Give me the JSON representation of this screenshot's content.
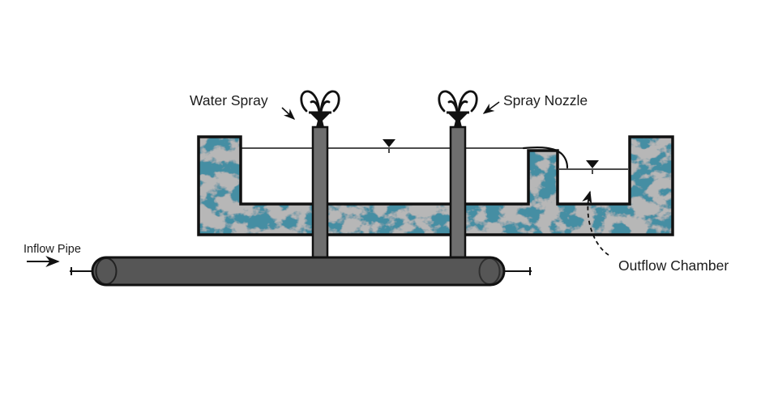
{
  "colors": {
    "background": "#ffffff",
    "wall_fill": "#458ea3",
    "wall_mottle": "#787878",
    "outline": "#111111",
    "pipe_fill": "#565656",
    "riser_fill": "#6e6e6e",
    "label_text": "#1c1c1c"
  },
  "labels": {
    "water_spray": "Water Spray",
    "spray_nozzle": "Spray Nozzle",
    "inflow_pipe": "Inflow Pipe",
    "outflow_chamber": "Outflow Chamber"
  }
}
